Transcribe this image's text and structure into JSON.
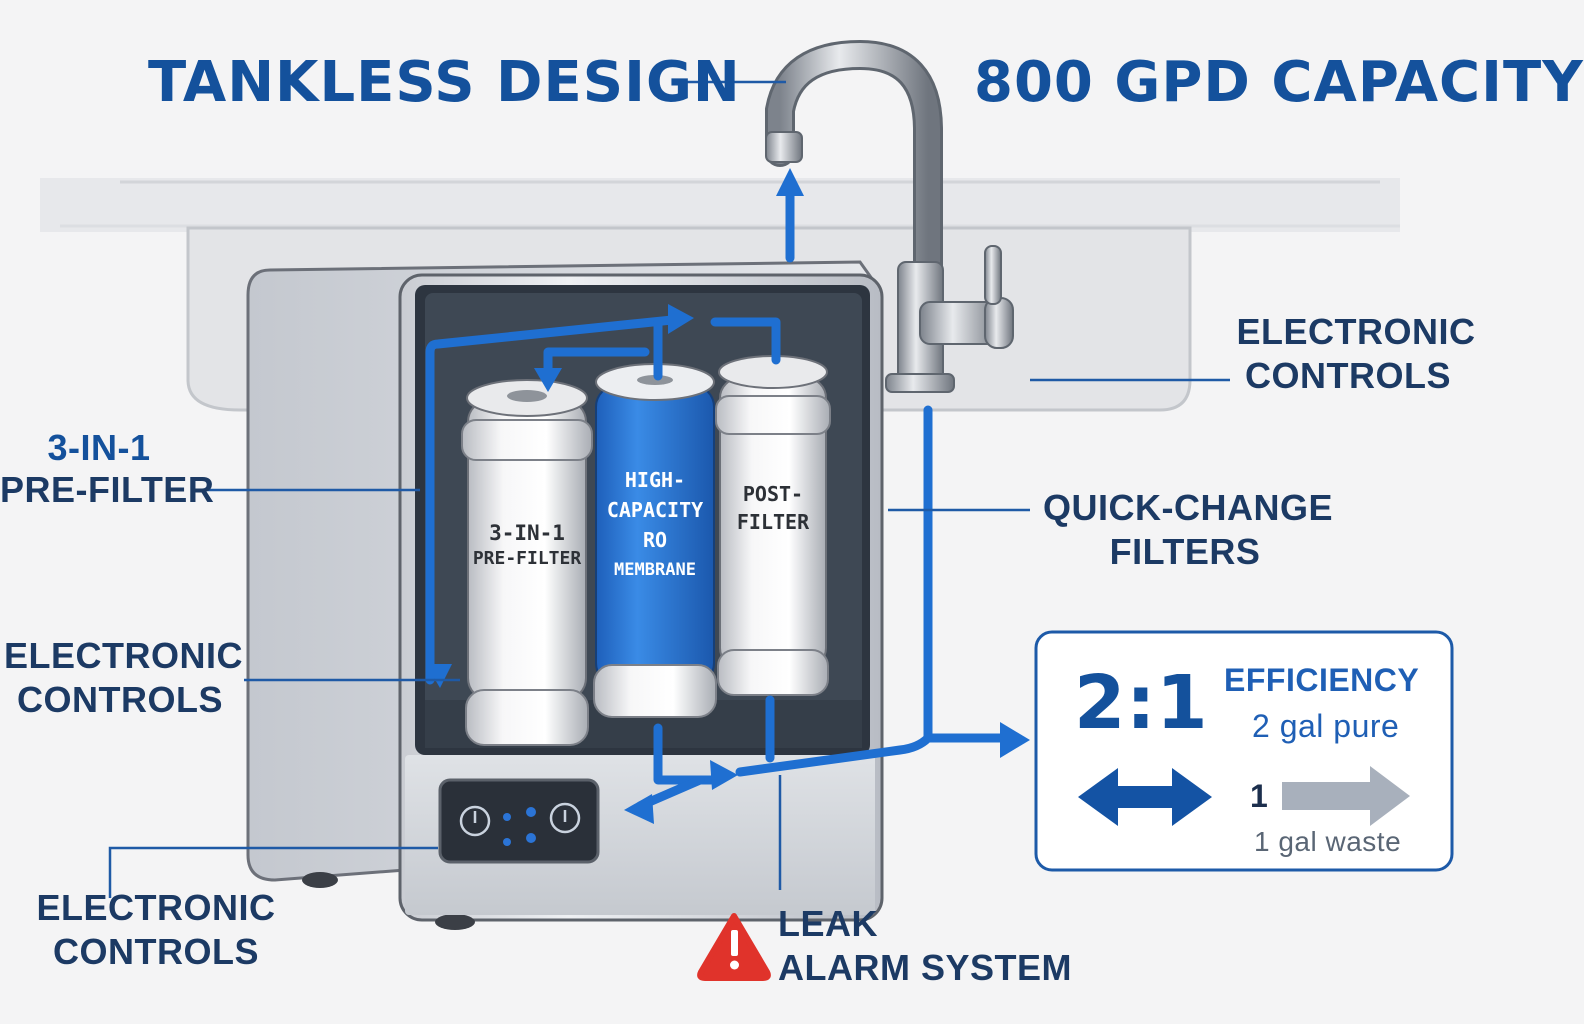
{
  "headlines": {
    "tankless": "TANKLESS DESIGN",
    "capacity": "800 GPD CAPACITY"
  },
  "callouts": {
    "left_prefilter": [
      "3-IN-1",
      "PRE-FILTER"
    ],
    "left_controls": [
      "ELECTRONIC",
      "CONTROLS"
    ],
    "bottom_controls": [
      "ELECTRONIC",
      "CONTROLS"
    ],
    "right_controls": [
      "ELECTRONIC",
      "CONTROLS"
    ],
    "quick_change": [
      "QUICK-CHANGE",
      "FILTERS"
    ],
    "leak_alarm": [
      "LEAK",
      "ALARM SYSTEM"
    ]
  },
  "cartridges": {
    "prefilter": [
      "3-IN-1",
      "PRE-FILTER"
    ],
    "membrane": [
      "HIGH-",
      "CAPACITY",
      "RO",
      "MEMBRANE"
    ],
    "postfilter": [
      "POST-",
      "FILTER"
    ]
  },
  "efficiency_box": {
    "ratio": "2:1",
    "title": "EFFICIENCY",
    "pure": "2 gal pure",
    "waste_num": "1",
    "waste": "1 gal waste"
  },
  "colors": {
    "brand_blue": "#14519c",
    "flow_blue": "#1f6fd1",
    "membrane_blue": "#2f7fe0",
    "warning_red": "#e0332b",
    "text_navy": "#1c3a64"
  },
  "icons": [
    "faucet-icon",
    "warning-icon",
    "double-arrow-icon",
    "waste-arrow-icon",
    "power-button-icon"
  ]
}
